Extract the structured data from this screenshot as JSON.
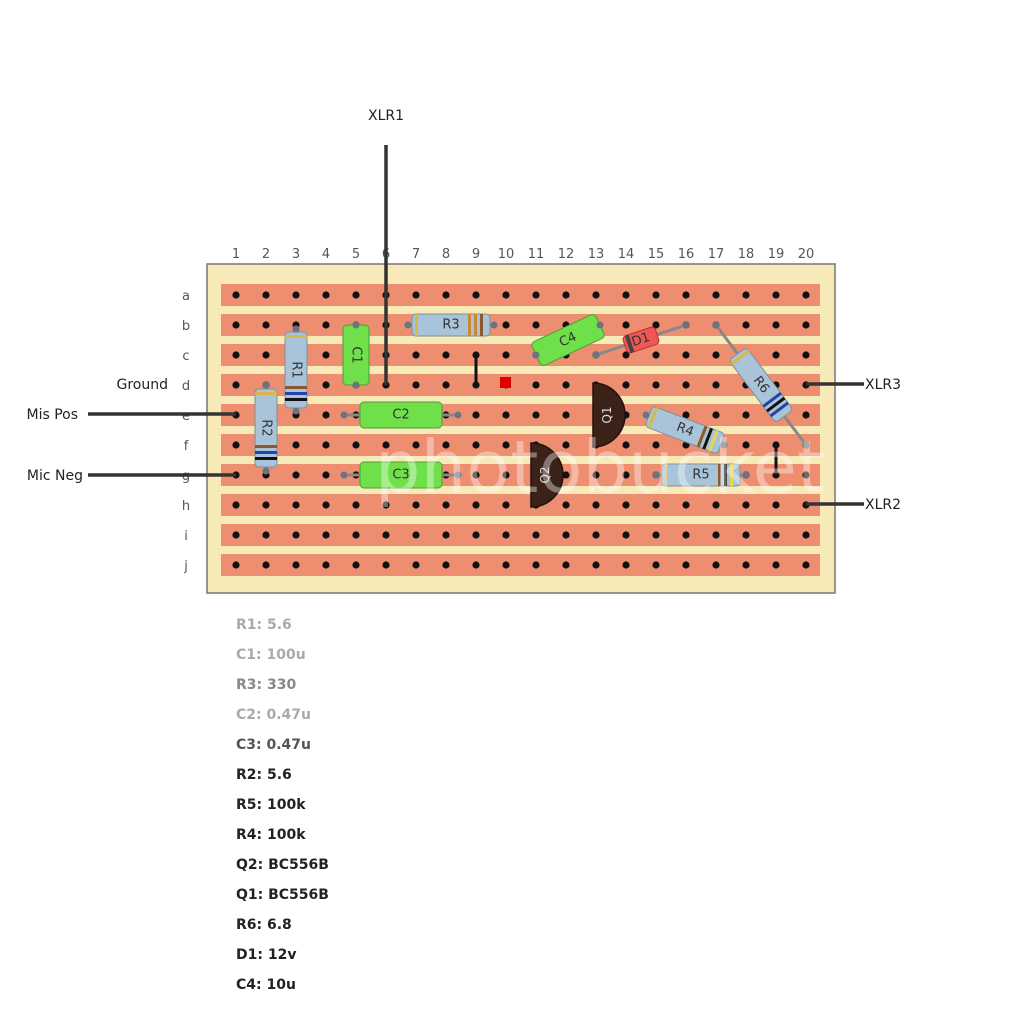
{
  "board": {
    "column_labels": [
      "1",
      "2",
      "3",
      "4",
      "5",
      "6",
      "7",
      "8",
      "9",
      "10",
      "11",
      "12",
      "13",
      "14",
      "15",
      "16",
      "17",
      "18",
      "19",
      "20"
    ],
    "row_labels": [
      "a",
      "b",
      "c",
      "d",
      "e",
      "f",
      "g",
      "h",
      "i",
      "j"
    ],
    "colors": {
      "board": "#f8e9b8",
      "strip": "#ee8e70",
      "hole": "#111111",
      "cut": "#e00000"
    }
  },
  "connections": [
    {
      "id": "xlr1",
      "label": "XLR1"
    },
    {
      "id": "ground",
      "label": "Ground"
    },
    {
      "id": "mis_pos",
      "label": "Mis Pos"
    },
    {
      "id": "mic_neg",
      "label": "Mic Neg"
    },
    {
      "id": "xlr3",
      "label": "XLR3"
    },
    {
      "id": "xlr2",
      "label": "XLR2"
    }
  ],
  "components": [
    {
      "ref": "R1",
      "type": "resistor"
    },
    {
      "ref": "R2",
      "type": "resistor"
    },
    {
      "ref": "R3",
      "type": "resistor"
    },
    {
      "ref": "R4",
      "type": "resistor"
    },
    {
      "ref": "R5",
      "type": "resistor"
    },
    {
      "ref": "R6",
      "type": "resistor"
    },
    {
      "ref": "C1",
      "type": "capacitor"
    },
    {
      "ref": "C2",
      "type": "capacitor"
    },
    {
      "ref": "C3",
      "type": "capacitor"
    },
    {
      "ref": "C4",
      "type": "capacitor"
    },
    {
      "ref": "D1",
      "type": "diode"
    },
    {
      "ref": "Q1",
      "type": "transistor"
    },
    {
      "ref": "Q2",
      "type": "transistor"
    }
  ],
  "bom": [
    {
      "text": "R1: 5.6",
      "color": "#aaaaaa"
    },
    {
      "text": "C1: 100u",
      "color": "#aaaaaa"
    },
    {
      "text": "R3: 330",
      "color": "#888888"
    },
    {
      "text": "C2: 0.47u",
      "color": "#aaaaaa"
    },
    {
      "text": "C3: 0.47u",
      "color": "#555555"
    },
    {
      "text": "R2: 5.6",
      "color": "#222222"
    },
    {
      "text": "R5: 100k",
      "color": "#222222"
    },
    {
      "text": "R4: 100k",
      "color": "#222222"
    },
    {
      "text": "Q2: BC556B",
      "color": "#222222"
    },
    {
      "text": "Q1: BC556B",
      "color": "#222222"
    },
    {
      "text": "R6: 6.8",
      "color": "#222222"
    },
    {
      "text": "D1: 12v",
      "color": "#222222"
    },
    {
      "text": "C4: 10u",
      "color": "#222222"
    }
  ],
  "watermark": "photobucket"
}
